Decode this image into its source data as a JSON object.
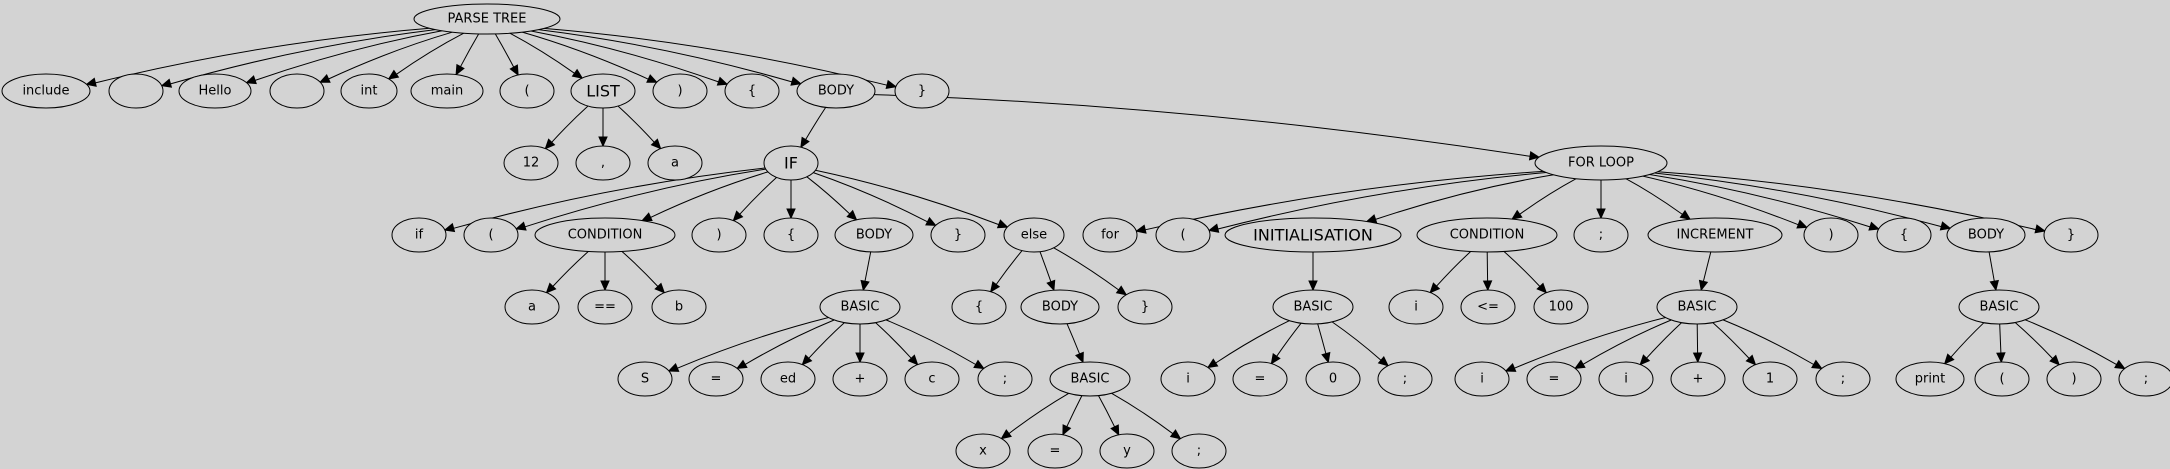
{
  "diagram": {
    "type": "parse-tree",
    "nodes": [
      {
        "id": "root",
        "label": "PARSE TREE"
      },
      {
        "id": "include",
        "label": "include"
      },
      {
        "id": "blank1",
        "label": ""
      },
      {
        "id": "hello",
        "label": "Hello"
      },
      {
        "id": "blank2",
        "label": ""
      },
      {
        "id": "int",
        "label": "int"
      },
      {
        "id": "main",
        "label": "main"
      },
      {
        "id": "lparen0",
        "label": "("
      },
      {
        "id": "list",
        "label": "LIST"
      },
      {
        "id": "rparen0",
        "label": ")"
      },
      {
        "id": "lbrace0",
        "label": "{"
      },
      {
        "id": "body0",
        "label": "BODY"
      },
      {
        "id": "rbrace0",
        "label": "}"
      },
      {
        "id": "n12",
        "label": "12"
      },
      {
        "id": "comma",
        "label": ","
      },
      {
        "id": "a0",
        "label": "a"
      },
      {
        "id": "if",
        "label": "IF"
      },
      {
        "id": "forloop",
        "label": "FOR LOOP"
      },
      {
        "id": "ifkw",
        "label": "if"
      },
      {
        "id": "iflp",
        "label": "("
      },
      {
        "id": "cond1",
        "label": "CONDITION"
      },
      {
        "id": "ifrp",
        "label": ")"
      },
      {
        "id": "iflb",
        "label": "{"
      },
      {
        "id": "ifbody",
        "label": "BODY"
      },
      {
        "id": "ifrb",
        "label": "}"
      },
      {
        "id": "else",
        "label": "else"
      },
      {
        "id": "ca",
        "label": "a"
      },
      {
        "id": "ceq",
        "label": "=="
      },
      {
        "id": "cb",
        "label": "b"
      },
      {
        "id": "basic1",
        "label": "BASIC"
      },
      {
        "id": "b1s",
        "label": "S"
      },
      {
        "id": "b1eq",
        "label": "="
      },
      {
        "id": "b1ed",
        "label": "ed"
      },
      {
        "id": "b1plus",
        "label": "+"
      },
      {
        "id": "b1c",
        "label": "c"
      },
      {
        "id": "b1semi",
        "label": ";"
      },
      {
        "id": "elb",
        "label": "{"
      },
      {
        "id": "ebody",
        "label": "BODY"
      },
      {
        "id": "erb",
        "label": "}"
      },
      {
        "id": "basic2",
        "label": "BASIC"
      },
      {
        "id": "b2x",
        "label": "x"
      },
      {
        "id": "b2eq",
        "label": "="
      },
      {
        "id": "b2y",
        "label": "y"
      },
      {
        "id": "b2semi",
        "label": ";"
      },
      {
        "id": "forkw",
        "label": "for"
      },
      {
        "id": "flp",
        "label": "("
      },
      {
        "id": "init",
        "label": "INITIALISATION"
      },
      {
        "id": "cond2",
        "label": "CONDITION"
      },
      {
        "id": "fsemi",
        "label": ";"
      },
      {
        "id": "incr",
        "label": "INCREMENT"
      },
      {
        "id": "frp",
        "label": ")"
      },
      {
        "id": "flb",
        "label": "{"
      },
      {
        "id": "fbody",
        "label": "BODY"
      },
      {
        "id": "frb",
        "label": "}"
      },
      {
        "id": "basic3",
        "label": "BASIC"
      },
      {
        "id": "b3i",
        "label": "i"
      },
      {
        "id": "b3eq",
        "label": "="
      },
      {
        "id": "b30",
        "label": "0"
      },
      {
        "id": "b3semi",
        "label": ";"
      },
      {
        "id": "c2i",
        "label": "i"
      },
      {
        "id": "c2le",
        "label": "<="
      },
      {
        "id": "c2100",
        "label": "100"
      },
      {
        "id": "basic4",
        "label": "BASIC"
      },
      {
        "id": "b4i",
        "label": "i"
      },
      {
        "id": "b4eq",
        "label": "="
      },
      {
        "id": "b4i2",
        "label": "i"
      },
      {
        "id": "b4plus",
        "label": "+"
      },
      {
        "id": "b41",
        "label": "1"
      },
      {
        "id": "b4semi",
        "label": ";"
      },
      {
        "id": "basic5",
        "label": "BASIC"
      },
      {
        "id": "b5print",
        "label": "print"
      },
      {
        "id": "b5lp",
        "label": "("
      },
      {
        "id": "b5rp",
        "label": ")"
      },
      {
        "id": "b5semi",
        "label": ";"
      }
    ],
    "edges": [
      [
        "root",
        "include"
      ],
      [
        "root",
        "blank1"
      ],
      [
        "root",
        "hello"
      ],
      [
        "root",
        "blank2"
      ],
      [
        "root",
        "int"
      ],
      [
        "root",
        "main"
      ],
      [
        "root",
        "lparen0"
      ],
      [
        "root",
        "list"
      ],
      [
        "root",
        "rparen0"
      ],
      [
        "root",
        "lbrace0"
      ],
      [
        "root",
        "body0"
      ],
      [
        "root",
        "rbrace0"
      ],
      [
        "list",
        "n12"
      ],
      [
        "list",
        "comma"
      ],
      [
        "list",
        "a0"
      ],
      [
        "body0",
        "if"
      ],
      [
        "body0",
        "forloop"
      ],
      [
        "if",
        "ifkw"
      ],
      [
        "if",
        "iflp"
      ],
      [
        "if",
        "cond1"
      ],
      [
        "if",
        "ifrp"
      ],
      [
        "if",
        "iflb"
      ],
      [
        "if",
        "ifbody"
      ],
      [
        "if",
        "ifrb"
      ],
      [
        "if",
        "else"
      ],
      [
        "cond1",
        "ca"
      ],
      [
        "cond1",
        "ceq"
      ],
      [
        "cond1",
        "cb"
      ],
      [
        "ifbody",
        "basic1"
      ],
      [
        "basic1",
        "b1s"
      ],
      [
        "basic1",
        "b1eq"
      ],
      [
        "basic1",
        "b1ed"
      ],
      [
        "basic1",
        "b1plus"
      ],
      [
        "basic1",
        "b1c"
      ],
      [
        "basic1",
        "b1semi"
      ],
      [
        "else",
        "elb"
      ],
      [
        "else",
        "ebody"
      ],
      [
        "else",
        "erb"
      ],
      [
        "ebody",
        "basic2"
      ],
      [
        "basic2",
        "b2x"
      ],
      [
        "basic2",
        "b2eq"
      ],
      [
        "basic2",
        "b2y"
      ],
      [
        "basic2",
        "b2semi"
      ],
      [
        "forloop",
        "forkw"
      ],
      [
        "forloop",
        "flp"
      ],
      [
        "forloop",
        "init"
      ],
      [
        "forloop",
        "cond2"
      ],
      [
        "forloop",
        "fsemi"
      ],
      [
        "forloop",
        "incr"
      ],
      [
        "forloop",
        "frp"
      ],
      [
        "forloop",
        "flb"
      ],
      [
        "forloop",
        "fbody"
      ],
      [
        "forloop",
        "frb"
      ],
      [
        "init",
        "basic3"
      ],
      [
        "basic3",
        "b3i"
      ],
      [
        "basic3",
        "b3eq"
      ],
      [
        "basic3",
        "b30"
      ],
      [
        "basic3",
        "b3semi"
      ],
      [
        "cond2",
        "c2i"
      ],
      [
        "cond2",
        "c2le"
      ],
      [
        "cond2",
        "c2100"
      ],
      [
        "incr",
        "basic4"
      ],
      [
        "basic4",
        "b4i"
      ],
      [
        "basic4",
        "b4eq"
      ],
      [
        "basic4",
        "b4i2"
      ],
      [
        "basic4",
        "b4plus"
      ],
      [
        "basic4",
        "b41"
      ],
      [
        "basic4",
        "b4semi"
      ],
      [
        "fbody",
        "basic5"
      ],
      [
        "basic5",
        "b5print"
      ],
      [
        "basic5",
        "b5lp"
      ],
      [
        "basic5",
        "b5rp"
      ],
      [
        "basic5",
        "b5semi"
      ]
    ]
  }
}
